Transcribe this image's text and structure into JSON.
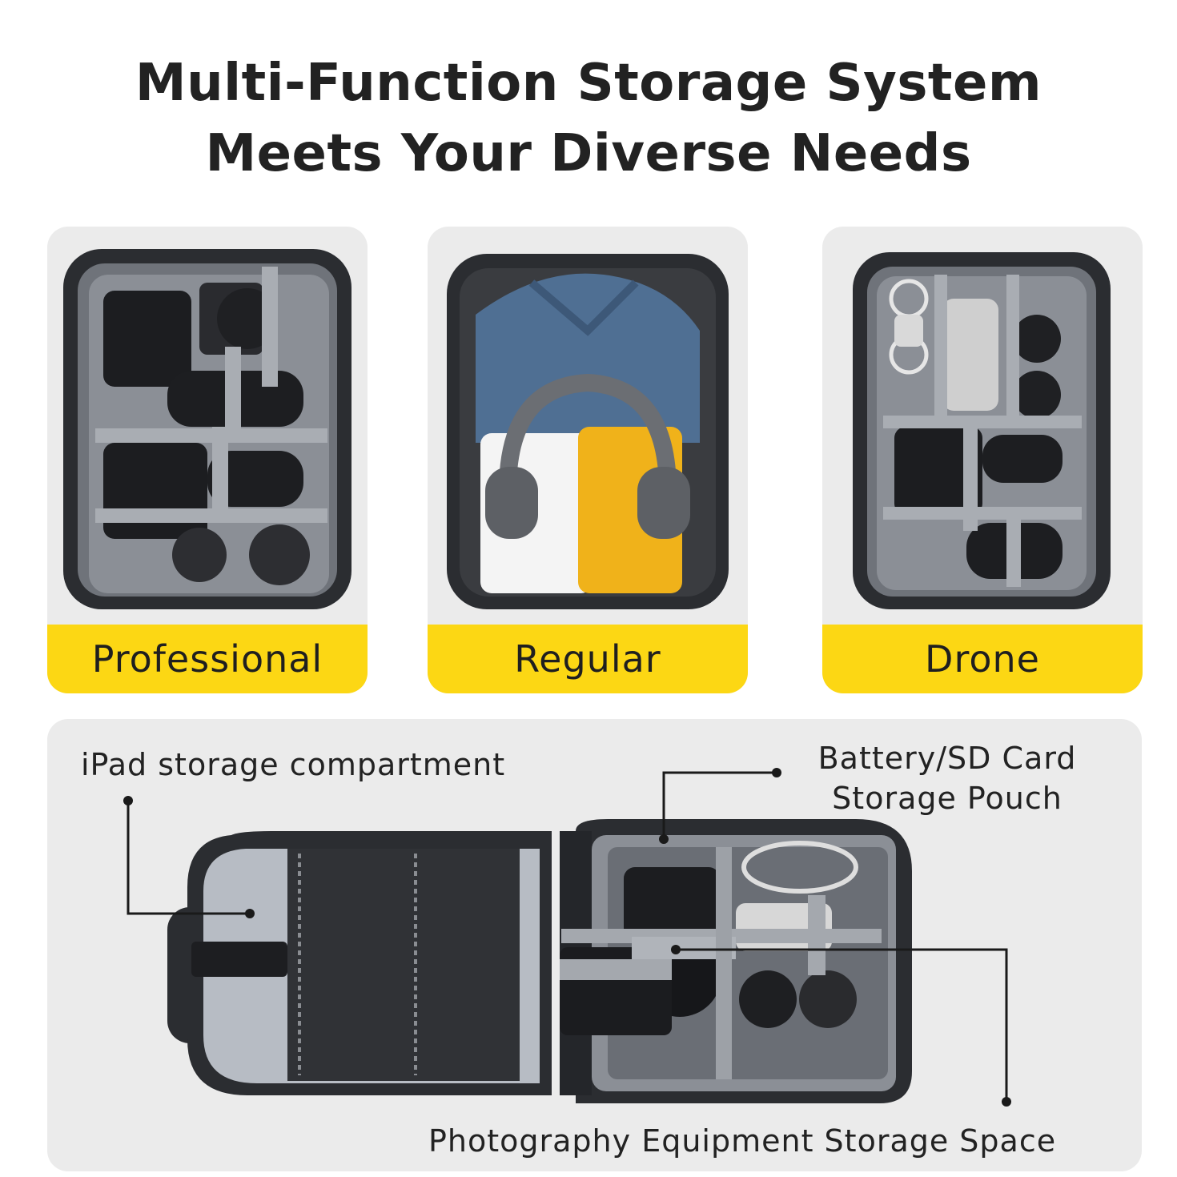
{
  "headline": {
    "line1": "Multi-Function Storage System",
    "line2": "Meets Your Diverse Needs"
  },
  "modes": [
    {
      "label": "Professional",
      "picture": "camera-gear-backpack"
    },
    {
      "label": "Regular",
      "picture": "clothes-headphones-backpack"
    },
    {
      "label": "Drone",
      "picture": "drone-gear-backpack"
    }
  ],
  "callouts": {
    "ipad": "iPad storage compartment",
    "battery_line1": "Battery/SD Card",
    "battery_line2": "Storage Pouch",
    "photo": "Photography Equipment Storage Space"
  },
  "colors": {
    "accent_yellow": "#fcd714",
    "card_bg": "#ebebeb",
    "bag_dark": "#2b2d31",
    "divider_gray": "#8b8f96",
    "text": "#222222"
  }
}
